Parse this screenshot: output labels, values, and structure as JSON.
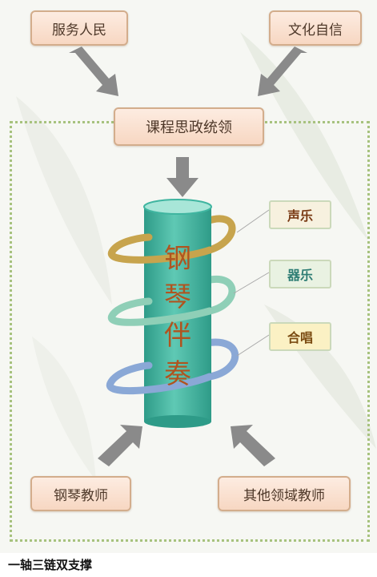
{
  "top_sources": [
    "服务人民",
    "文化自信"
  ],
  "center_lead": "课程思政统领",
  "axis_label_chars": [
    "钢",
    "琴",
    "伴",
    "奏"
  ],
  "branches": [
    {
      "label": "声乐",
      "color": "#c7a44d"
    },
    {
      "label": "器乐",
      "color": "#8fcfb7"
    },
    {
      "label": "合唱",
      "color": "#8aa8d6"
    }
  ],
  "bottom_supports": [
    "钢琴教师",
    "其他领域教师"
  ],
  "caption": "一轴三链双支撑",
  "colors": {
    "box_border": "#d3ad8c",
    "box_fill": "#f7d7c2",
    "arrow": "#8a8a8a",
    "cylinder": "#3fb5a0",
    "frame": "#a7c27e",
    "axis_text": "#b0541f"
  }
}
